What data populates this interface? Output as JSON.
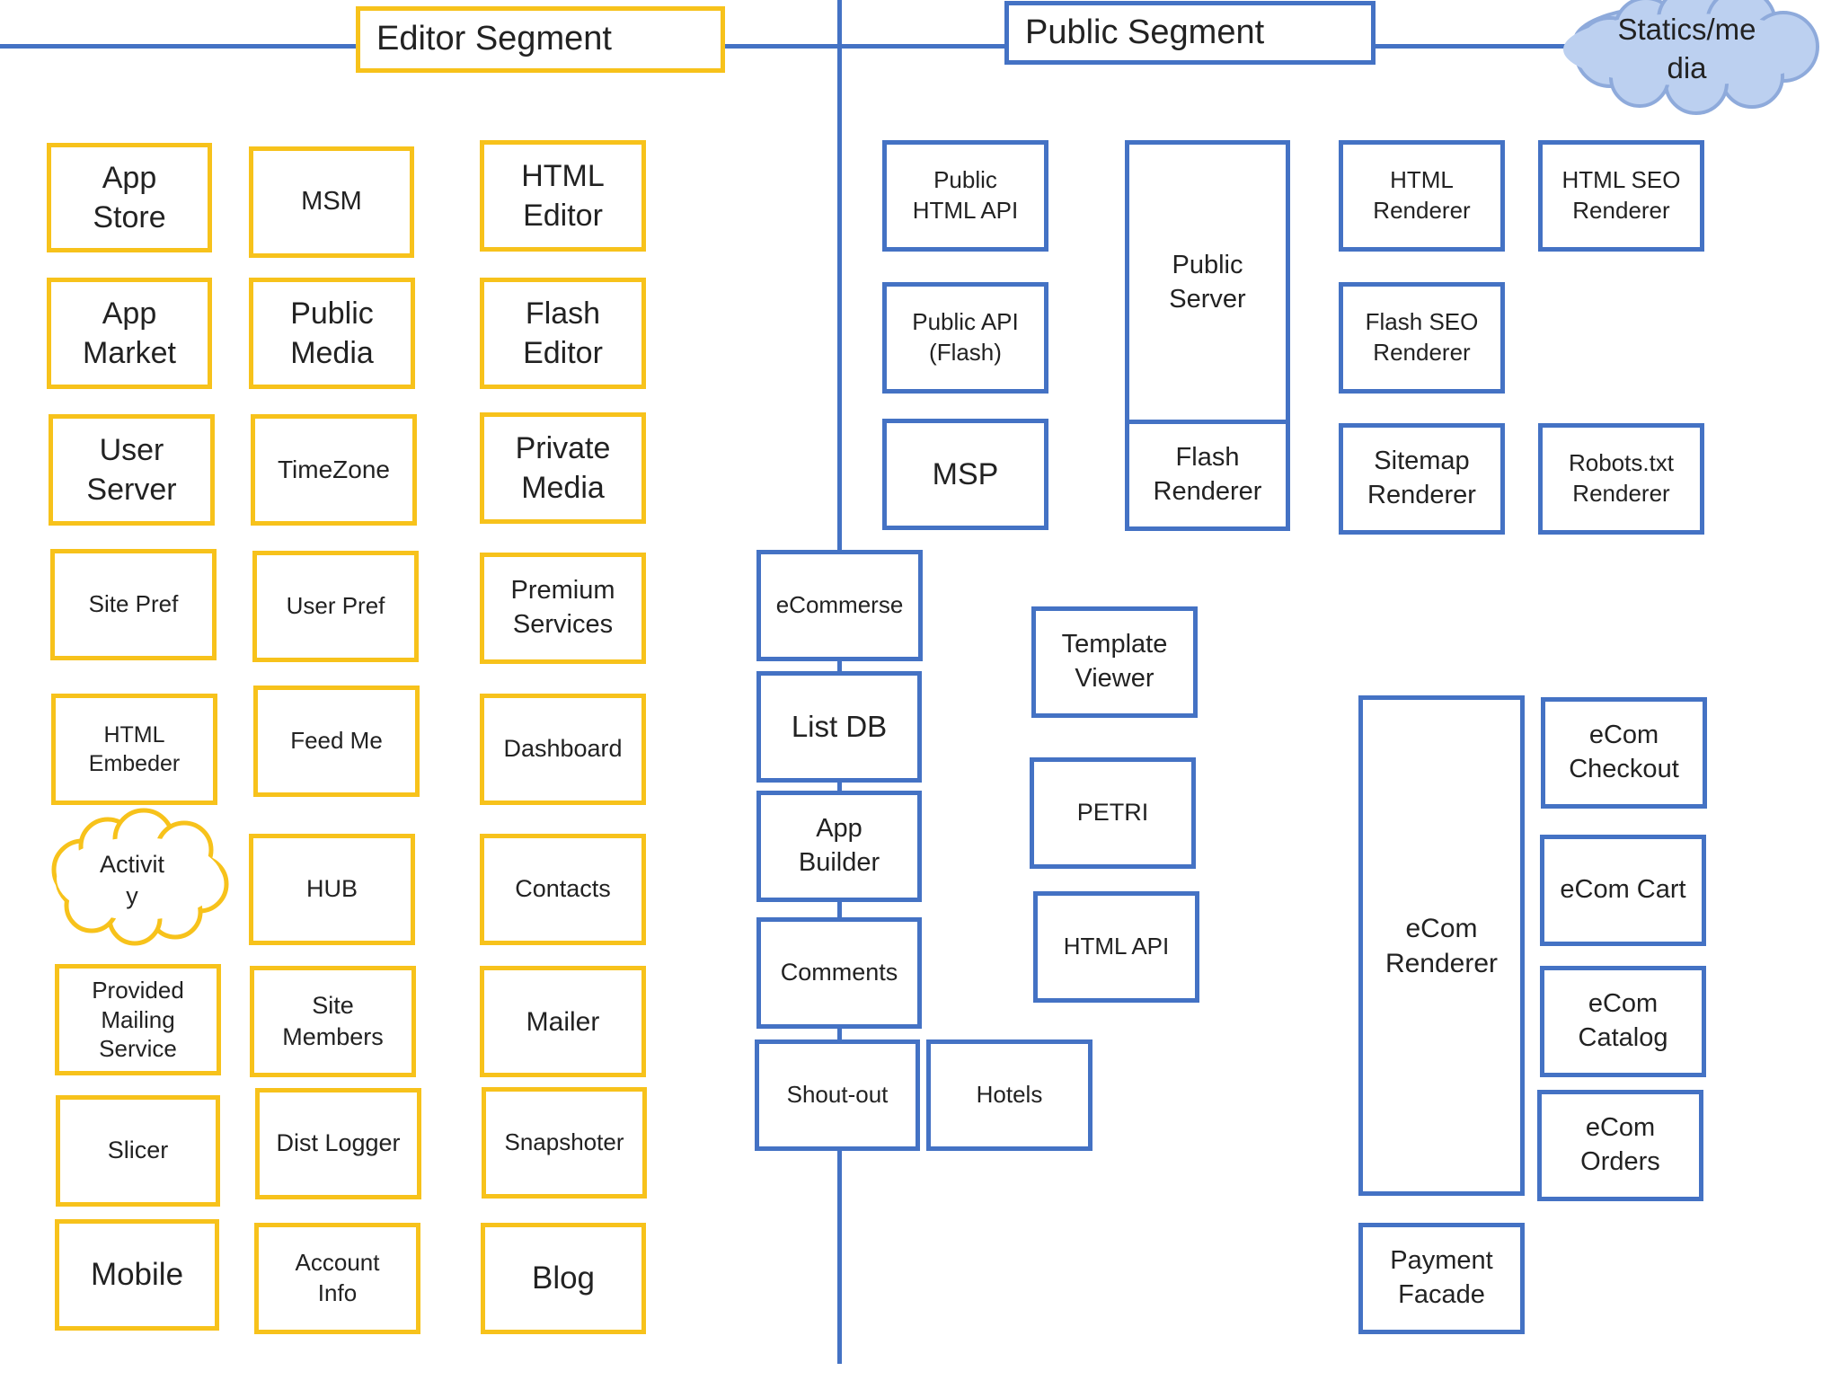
{
  "headers": {
    "editor": "Editor Segment",
    "public": "Public Segment",
    "statics": "Statics/me\ndia"
  },
  "editor": {
    "app_store": "App\nStore",
    "msm": "MSM",
    "html_editor": "HTML\nEditor",
    "app_market": "App\nMarket",
    "public_media": "Public\nMedia",
    "flash_editor": "Flash\nEditor",
    "user_server": "User\nServer",
    "timezone": "TimeZone",
    "private_media": "Private\nMedia",
    "site_pref": "Site Pref",
    "user_pref": "User Pref",
    "premium_services": "Premium\nServices",
    "html_embeder": "HTML\nEmbeder",
    "feed_me": "Feed Me",
    "dashboard": "Dashboard",
    "activity": "Activit\ny",
    "hub": "HUB",
    "contacts": "Contacts",
    "provided_mailing": "Provided\nMailing\nService",
    "site_members": "Site\nMembers",
    "mailer": "Mailer",
    "slicer": "Slicer",
    "dist_logger": "Dist Logger",
    "snapshoter": "Snapshoter",
    "mobile": "Mobile",
    "account_info": "Account\nInfo",
    "blog": "Blog"
  },
  "public": {
    "public_html_api": "Public\nHTML API",
    "public_server": "Public\nServer",
    "html_renderer": "HTML\nRenderer",
    "html_seo_renderer": "HTML SEO\nRenderer",
    "public_api_flash": "Public API\n(Flash)",
    "flash_seo_renderer": "Flash SEO\nRenderer",
    "msp": "MSP",
    "flash_renderer": "Flash\nRenderer",
    "sitemap_renderer": "Sitemap\nRenderer",
    "robots_renderer": "Robots.txt\nRenderer",
    "ecommerse": "eCommerse",
    "template_viewer": "Template\nViewer",
    "list_db": "List DB",
    "petri": "PETRI",
    "app_builder": "App\nBuilder",
    "html_api": "HTML API",
    "comments": "Comments",
    "shout_out": "Shout-out",
    "hotels": "Hotels",
    "ecom_renderer": "eCom\nRenderer",
    "ecom_checkout": "eCom\nCheckout",
    "ecom_cart": "eCom Cart",
    "ecom_catalog": "eCom\nCatalog",
    "ecom_orders": "eCom\nOrders",
    "payment_facade": "Payment\nFacade"
  },
  "colors": {
    "editor_border": "#f7c21b",
    "public_border": "#4472c4",
    "cloud_fill": "#bcd0f0",
    "line": "#4472c4"
  }
}
